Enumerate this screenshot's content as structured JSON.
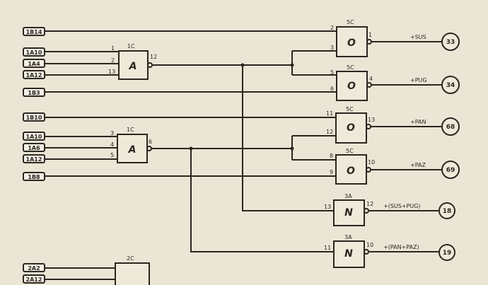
{
  "inputs": [
    "1B14",
    "1A10",
    "1A4",
    "1A12",
    "1B3",
    "1B10",
    "1A10",
    "1A6",
    "1A12",
    "1B8",
    "2A2",
    "2A12"
  ],
  "gates": {
    "and1": {
      "chip": "1C",
      "type": "A",
      "pins": [
        "1",
        "2",
        "13",
        "12"
      ]
    },
    "and2": {
      "chip": "1C",
      "type": "A",
      "pins": [
        "3",
        "4",
        "5",
        "6"
      ]
    },
    "or1": {
      "chip": "5C",
      "type": "O",
      "pins": [
        "2",
        "3",
        "1"
      ]
    },
    "or2": {
      "chip": "5C",
      "type": "O",
      "pins": [
        "5",
        "6",
        "4"
      ]
    },
    "or3": {
      "chip": "5C",
      "type": "O",
      "pins": [
        "11",
        "12",
        "13"
      ]
    },
    "or4": {
      "chip": "5C",
      "type": "O",
      "pins": [
        "8",
        "9",
        "10"
      ]
    },
    "not1": {
      "chip": "3A",
      "type": "N",
      "pins": [
        "13",
        "12"
      ]
    },
    "not2": {
      "chip": "3A",
      "type": "N",
      "pins": [
        "11",
        "10"
      ]
    },
    "bottom": {
      "chip": "2C"
    }
  },
  "outputs": [
    {
      "signal": "+SUS",
      "ref": "33"
    },
    {
      "signal": "+PUG",
      "ref": "34"
    },
    {
      "signal": "+PAN",
      "ref": "68"
    },
    {
      "signal": "+PAZ",
      "ref": "69"
    },
    {
      "signal": "+(SUS+PUG)",
      "ref": "18"
    },
    {
      "signal": "+(PAN+PAZ)",
      "ref": "19"
    }
  ]
}
